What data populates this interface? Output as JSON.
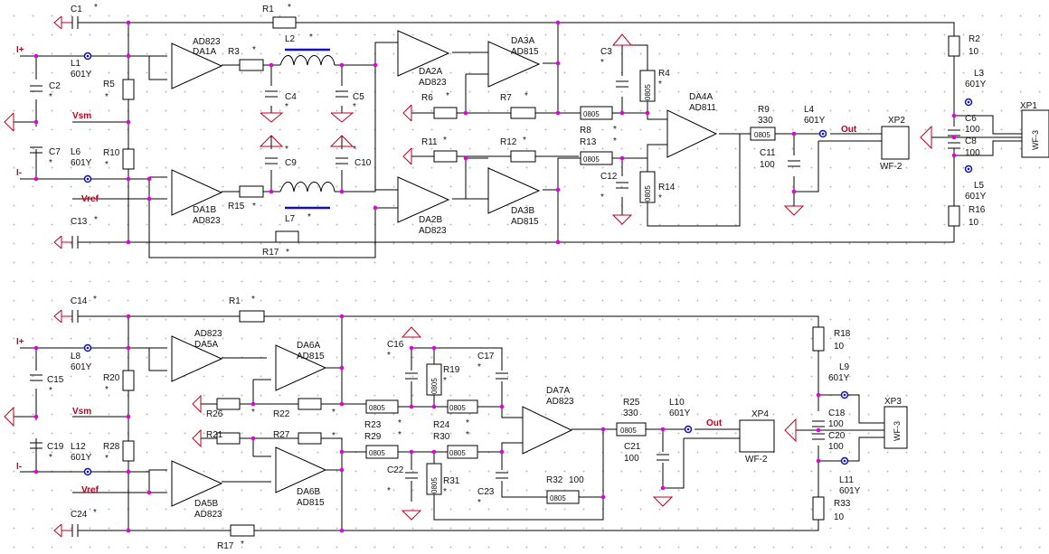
{
  "schematic_top": {
    "caps": [
      "C1",
      "C2",
      "C7",
      "C13",
      "C3",
      "C4",
      "C5",
      "C9",
      "C10",
      "C12",
      "C6",
      "C8",
      "C11"
    ],
    "c1": "C1",
    "c2": "C2",
    "c7": "C7",
    "c13": "C13",
    "c3": "C3",
    "c4": "C4",
    "c5": "C5",
    "c9": "C9",
    "c10": "C10",
    "c12": "C12",
    "c6": "C6",
    "c8": "C8",
    "c11": "C11",
    "c11v": "100",
    "c6v": "100",
    "c8v": "100",
    "r1": "R1",
    "r2": "R2",
    "r2v": "10",
    "r3": "R3",
    "r4": "R4",
    "r5": "R5",
    "r6": "R6",
    "r7": "R7",
    "r8": "R8",
    "r9": "R9",
    "r9v": "330",
    "r10": "R10",
    "r11": "R11",
    "r12": "R12",
    "r13": "R13",
    "r14": "R14",
    "r15": "R15",
    "r16": "R16",
    "r16v": "10",
    "r17": "R17",
    "l1": "L1",
    "l1v": "601Y",
    "l2": "L2",
    "l3": "L3",
    "l3v": "601Y",
    "l4": "L4",
    "l4v": "601Y",
    "l5": "L5",
    "l5v": "601Y",
    "l6": "L6",
    "l6v": "601Y",
    "l7": "L7",
    "da1a": "DA1A",
    "da1b": "DA1B",
    "da2a": "DA2A",
    "da2b": "DA2B",
    "da3a": "DA3A",
    "da3b": "DA3B",
    "da4a": "DA4A",
    "ad823": "AD823",
    "ad815": "AD815",
    "ad811": "AD811",
    "xp1": "XP1",
    "xp1v": "WF-3",
    "xp2": "XP2",
    "xp2v": "WF-2",
    "iplus": "I+",
    "iminus": "I-",
    "vsm": "Vsm",
    "vref": "Vref",
    "out": "Out",
    "star": "*",
    "pkg": "0805"
  },
  "schematic_bottom": {
    "c14": "C14",
    "c15": "C15",
    "c19": "C19",
    "c24": "C24",
    "c16": "C16",
    "c17": "C17",
    "c22": "C22",
    "c23": "C23",
    "c18": "C18",
    "c20": "C20",
    "c21": "C21",
    "c18v": "100",
    "c20v": "100",
    "c21v": "100",
    "r1": "R1",
    "r17": "R17",
    "r18": "R18",
    "r18v": "10",
    "r19": "R19",
    "r20": "R20",
    "r21": "R21",
    "r22": "R22",
    "r23": "R23",
    "r24": "R24",
    "r25": "R25",
    "r25v": "330",
    "r26": "R26",
    "r27": "R27",
    "r28": "R28",
    "r29": "R29",
    "r30": "R30",
    "r31": "R31",
    "r32": "R32",
    "r32v": "100",
    "r33": "R33",
    "r33v": "10",
    "l8": "L8",
    "l8v": "601Y",
    "l9": "L9",
    "l9v": "601Y",
    "l10": "L10",
    "l10v": "601Y",
    "l11": "L11",
    "l11v": "601Y",
    "l12": "L12",
    "l12v": "601Y",
    "da5a": "DA5A",
    "da5b": "DA5B",
    "da6a": "DA6A",
    "da6b": "DA6B",
    "da7a": "DA7A",
    "ad823": "AD823",
    "ad815": "AD815",
    "xp3": "XP3",
    "xp3v": "WF-3",
    "xp4": "XP4",
    "xp4v": "WF-2",
    "iplus": "I+",
    "iminus": "I-",
    "vsm": "Vsm",
    "vref": "Vref",
    "out": "Out",
    "star": "*",
    "pkg": "0805"
  },
  "colors": {
    "wire": "#000000",
    "junction": "#e000e0",
    "ground": "#c0001c",
    "ferrite": "#1010c0",
    "grid": "#bdbdbd"
  }
}
